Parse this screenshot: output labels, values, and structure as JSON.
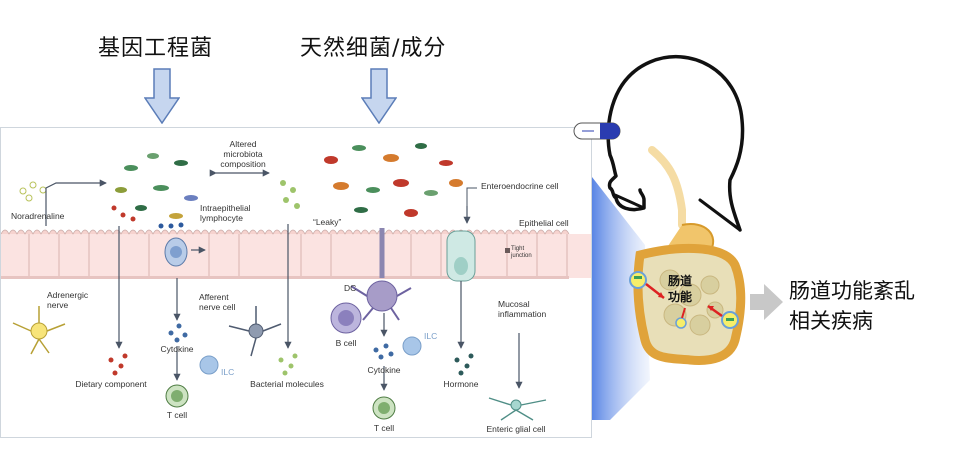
{
  "header": {
    "left_title": "基因工程菌",
    "right_title": "天然细菌/成分"
  },
  "diagram": {
    "altered": "Altered\nmicrobiota\ncomposition",
    "noradrenaline": "Noradrenaline",
    "adrenergic_nerve": "Adrenergic\nnerve",
    "intraepithelial": "Intraepithelial\nlymphocyte",
    "afferent": "Afferent\nnerve cell",
    "cytokine_left": "Cytokine",
    "ilc_left": "ILC",
    "t_cell_left": "T cell",
    "dietary": "Dietary component",
    "bacterial": "Bacterial molecules",
    "leaky": "“Leaky”",
    "dc": "DC",
    "b_cell": "B cell",
    "ilc_right": "ILC",
    "cytokine_right": "Cytokine",
    "t_cell_right": "T cell",
    "enteroendocrine": "Enteroendocrine cell",
    "epithelial": "Epithelial cell",
    "tight_junction": "Tight\njunction",
    "mucosal": "Mucosal\ninflammation",
    "hormone": "Hormone",
    "enteric_glial": "Enteric glial cell"
  },
  "gut": {
    "center_label_line1": "肠道",
    "center_label_line2": "功能"
  },
  "outcome": {
    "line1": "肠道功能紊乱",
    "line2": "相关疾病"
  },
  "colors": {
    "arrow_fill": "#c6d6ef",
    "arrow_stroke": "#5b7db8",
    "epithelium": "#fbe3e1",
    "beam": "#3b6fe0",
    "gut": "#f0b23c",
    "capsule": "#2a3cb0"
  }
}
